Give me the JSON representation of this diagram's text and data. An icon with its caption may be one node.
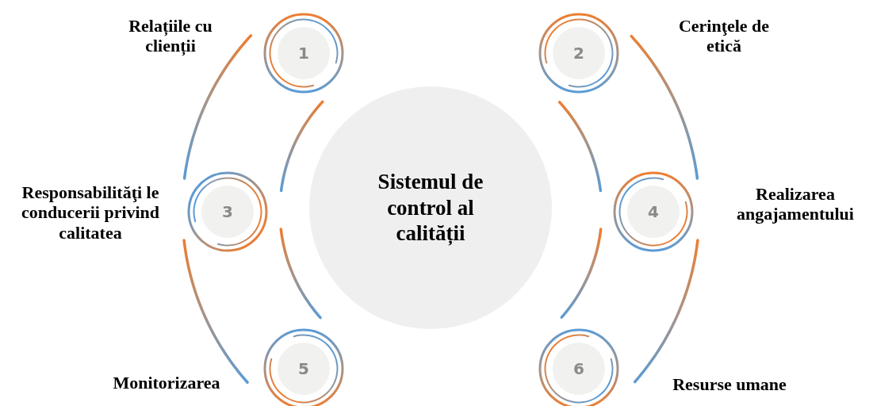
{
  "diagram": {
    "nodes": [
      {
        "text": [
          "Sistemul de control al calității"
        ]
      },
      {
        "text": [
          "1"
        ],
        "beside": [
          "Relațiile cu clienții"
        ]
      },
      {
        "text": [
          "2"
        ],
        "beside": [
          "Cerinţele de etică"
        ]
      },
      {
        "text": [
          "3"
        ],
        "beside": [
          "Responsabilităţi le conducerii privind calitatea"
        ]
      },
      {
        "text": [
          "4"
        ],
        "beside": [
          "Realizarea angajamentului"
        ]
      },
      {
        "text": [
          "5"
        ],
        "beside": [
          "Monitorizarea"
        ]
      },
      {
        "text": [
          "6"
        ],
        "beside": [
          "Resurse umane"
        ]
      }
    ]
  }
}
